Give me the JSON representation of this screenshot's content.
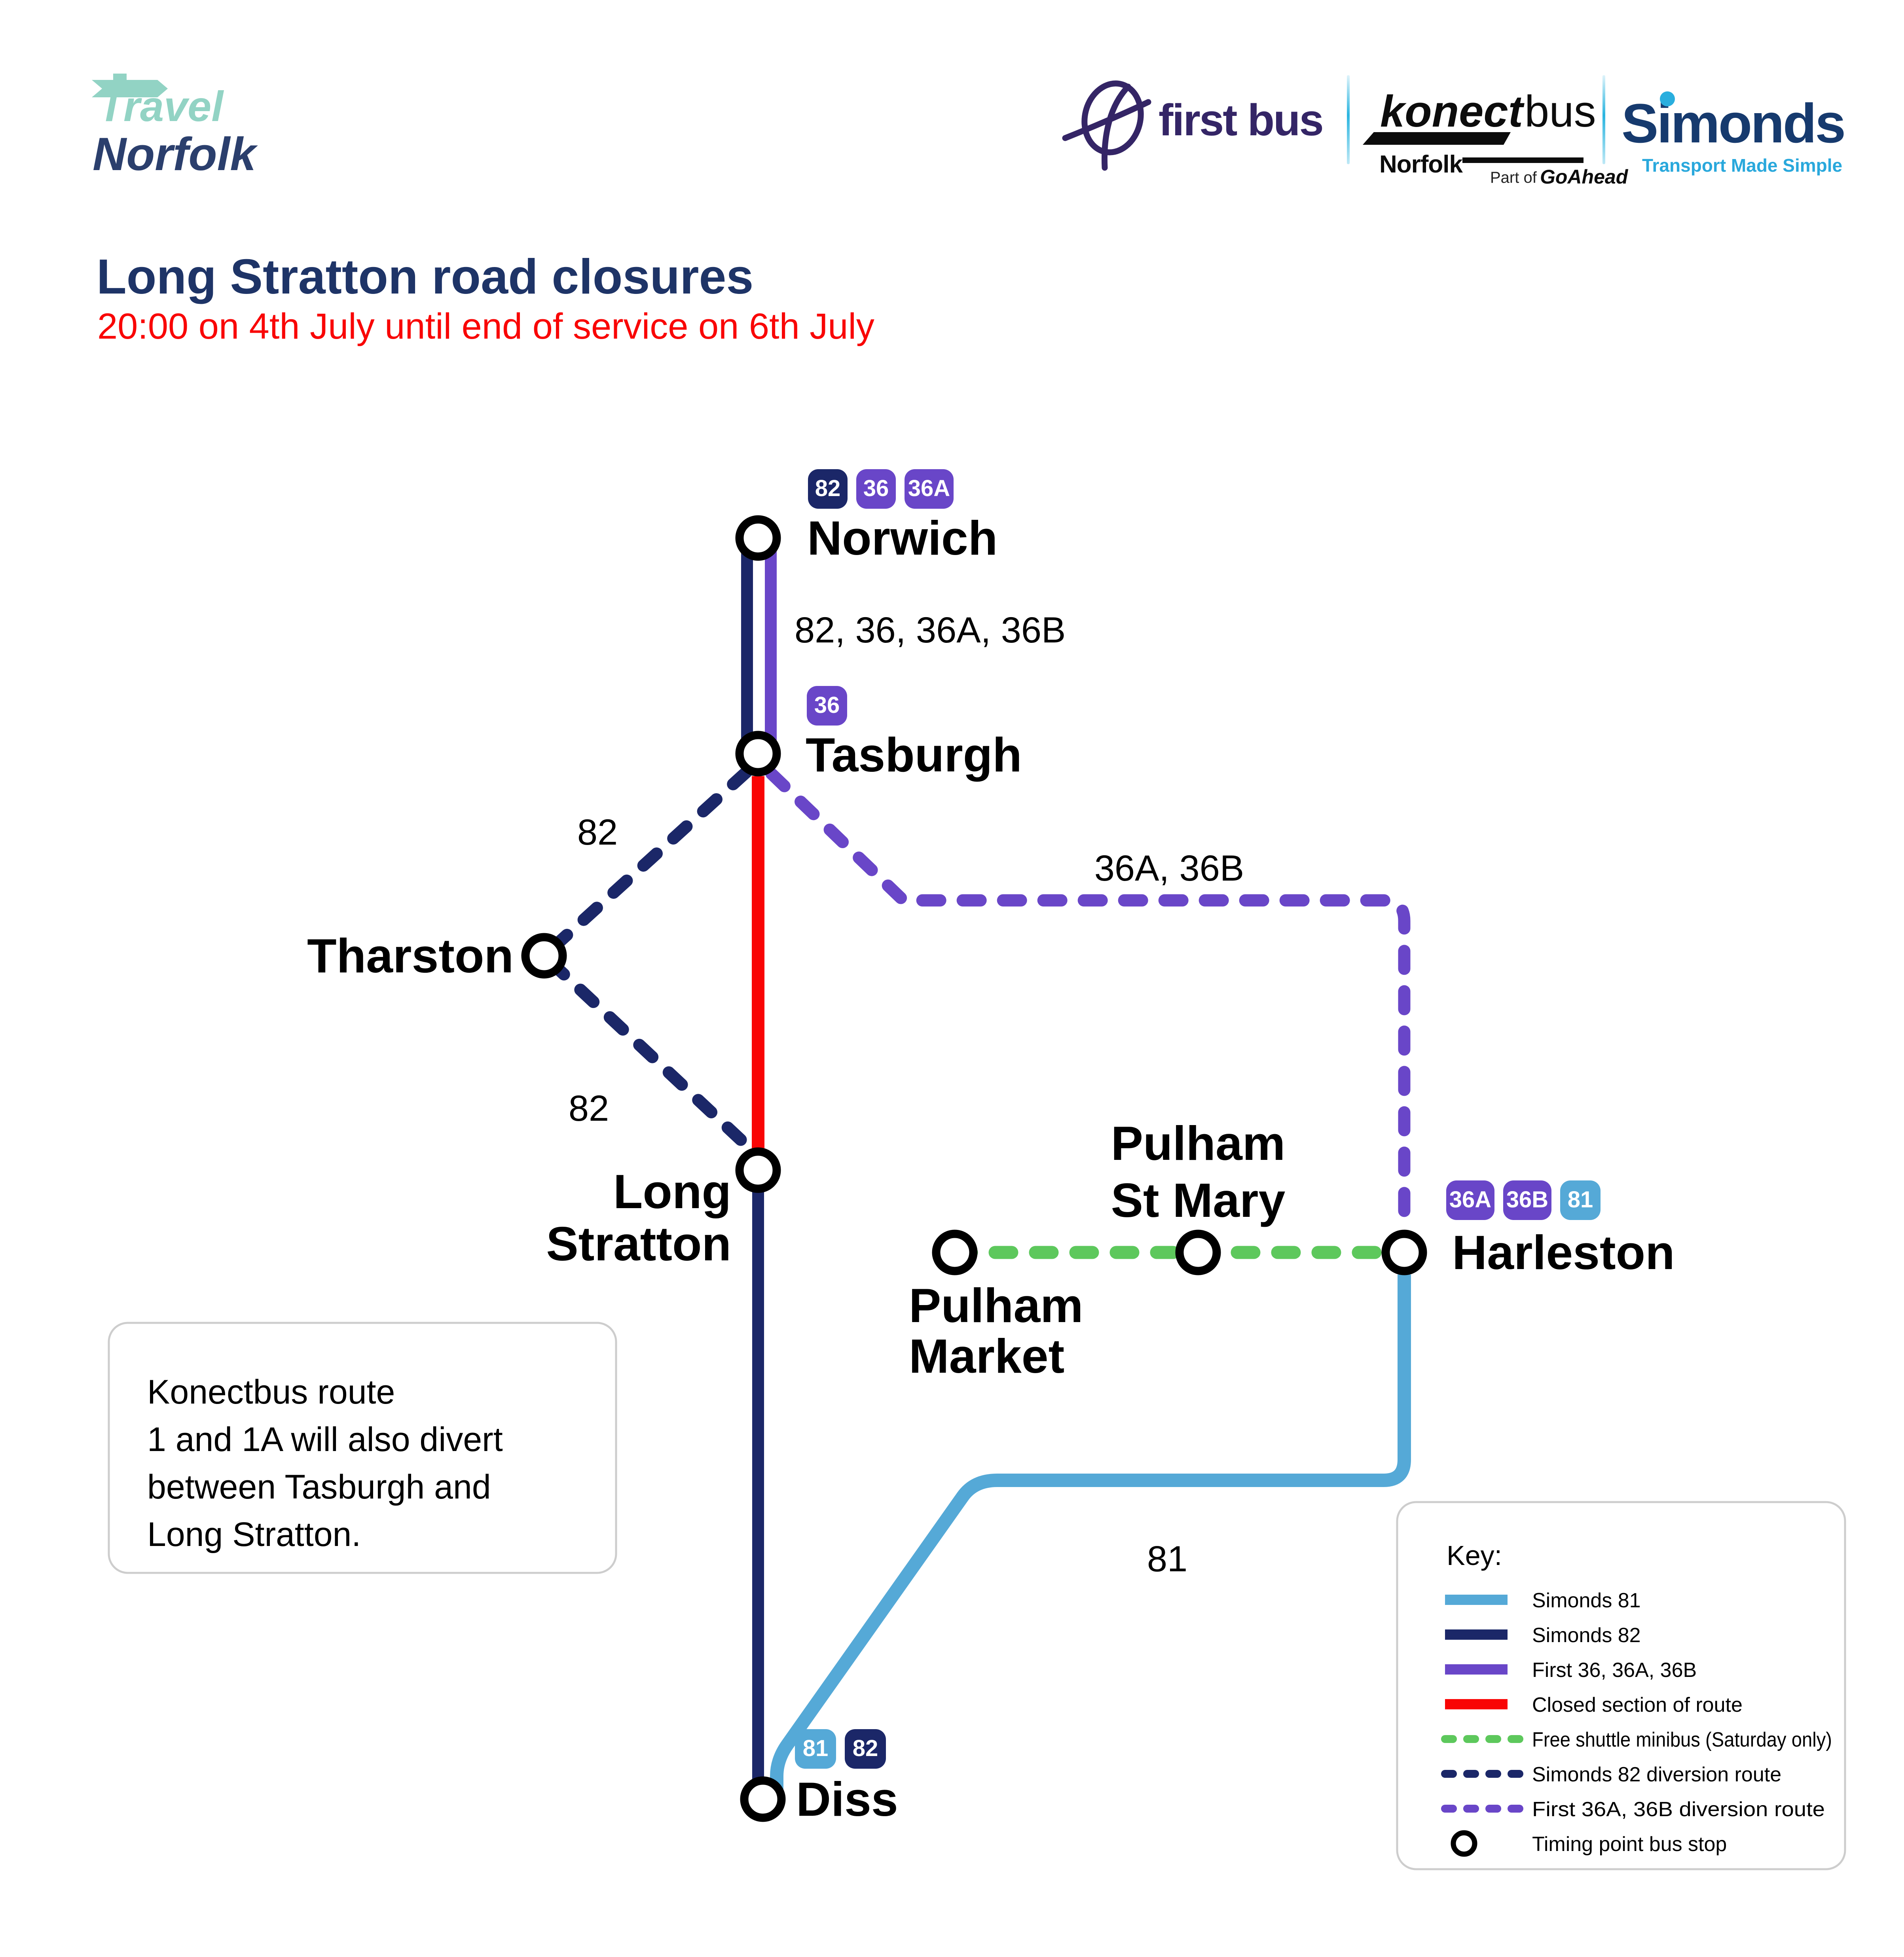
{
  "header": {
    "logo": {
      "travel": "Travel",
      "norfolk": "Norfolk"
    },
    "first_bus": {
      "name": "first bus"
    },
    "konectbus": {
      "konect": "konect",
      "bus": "bus",
      "region": "Norfolk",
      "part_of": "Part of",
      "goahead": "GoAhead"
    },
    "simonds": {
      "name": "Simonds",
      "tagline": "Transport Made Simple"
    }
  },
  "title": "Long Stratton road closures",
  "subtitle": "20:00 on 4th July until end of service on 6th July",
  "map": {
    "stops": {
      "norwich": "Norwich",
      "tasburgh": "Tasburgh",
      "tharston": "Tharston",
      "long_stratton_line1": "Long",
      "long_stratton_line2": "Stratton",
      "pulham_st_mary_line1": "Pulham",
      "pulham_st_mary_line2": "St Mary",
      "pulham_market_line1": "Pulham",
      "pulham_market_line2": "Market",
      "harleston": "Harleston",
      "diss": "Diss"
    },
    "route_labels": {
      "norwich_corridor": "82, 36, 36A, 36B",
      "diversion_82_upper": "82",
      "diversion_82_lower": "82",
      "diversion_36": "36A, 36B",
      "route_81": "81"
    },
    "badges": {
      "norwich": [
        "82",
        "36",
        "36A"
      ],
      "tasburgh": [
        "36"
      ],
      "harleston": [
        "36A",
        "36B",
        "81"
      ],
      "diss": [
        "81",
        "82"
      ]
    }
  },
  "note": {
    "lines": [
      "Konectbus route",
      "1 and 1A will also divert",
      "between Tasburgh and",
      "Long Stratton."
    ]
  },
  "key": {
    "title": "Key:",
    "items": [
      {
        "label": "Simonds 81",
        "style": "solid",
        "color": "#55a9d7"
      },
      {
        "label": "Simonds 82",
        "style": "solid",
        "color": "#1b2768"
      },
      {
        "label": "First 36, 36A, 36B",
        "style": "solid",
        "color": "#6946c8"
      },
      {
        "label": "Closed section of route",
        "style": "solid",
        "color": "#f90505"
      },
      {
        "label": "Free shuttle minibus (Saturday only)",
        "style": "dashed",
        "color": "#5dc85c"
      },
      {
        "label": "Simonds 82 diversion route",
        "style": "dashed",
        "color": "#1b2768"
      },
      {
        "label": "First 36A, 36B diversion route",
        "style": "dashed",
        "color": "#6946c8"
      },
      {
        "label": "Timing point bus stop",
        "style": "stop-circle",
        "color": "#000000"
      }
    ]
  },
  "colors": {
    "navy": "#1b2768",
    "purple": "#6946c8",
    "light_blue": "#55a9d7",
    "red": "#f90505",
    "green": "#5dc85c",
    "title_navy": "#1e3467",
    "teal": "#92d3c4",
    "first_purple": "#342566",
    "simonds_navy": "#163a6e",
    "simonds_cyan": "#29aede",
    "stop_outline": "#000000"
  }
}
